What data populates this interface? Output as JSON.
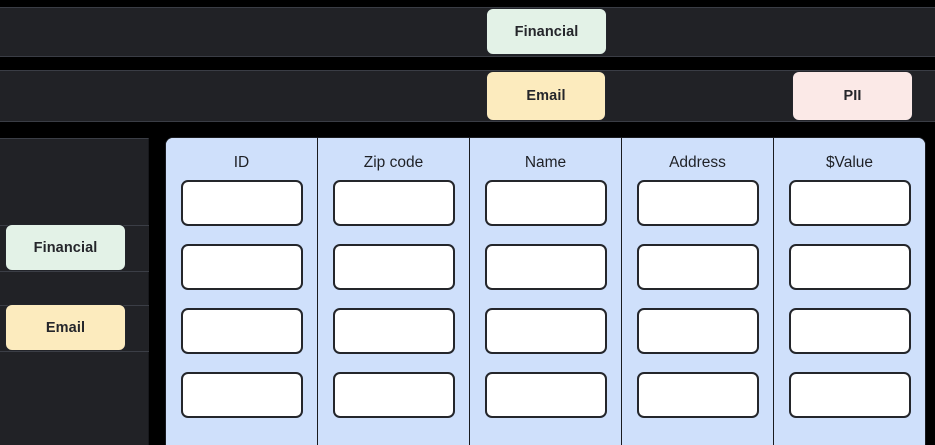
{
  "tag_bands": [
    {
      "id": "financial",
      "chip_label": "Financial",
      "chip_color": "#e3f2e7"
    },
    {
      "id": "email",
      "chip_label": "Email",
      "chip_color": "#fcebbe"
    },
    {
      "id": "pii",
      "chip_label": "PII",
      "chip_color": "#fbe9e7"
    }
  ],
  "top_band_chips": {
    "financial": "Financial",
    "email": "Email",
    "pii": "PII"
  },
  "sidebar": {
    "chips": [
      {
        "label": "Financial",
        "color": "#e3f2e7"
      },
      {
        "label": "Email",
        "color": "#fcebbe"
      }
    ]
  },
  "table": {
    "background_color": "#cfe0fb",
    "columns": [
      {
        "header": "ID",
        "cells": [
          "",
          "",
          "",
          ""
        ]
      },
      {
        "header": "Zip code",
        "cells": [
          "",
          "",
          "",
          ""
        ]
      },
      {
        "header": "Name",
        "cells": [
          "",
          "",
          "",
          ""
        ]
      },
      {
        "header": "Address",
        "cells": [
          "",
          "",
          "",
          ""
        ]
      },
      {
        "header": "$Value",
        "cells": [
          "",
          "",
          "",
          ""
        ]
      }
    ],
    "row_count": 4
  }
}
